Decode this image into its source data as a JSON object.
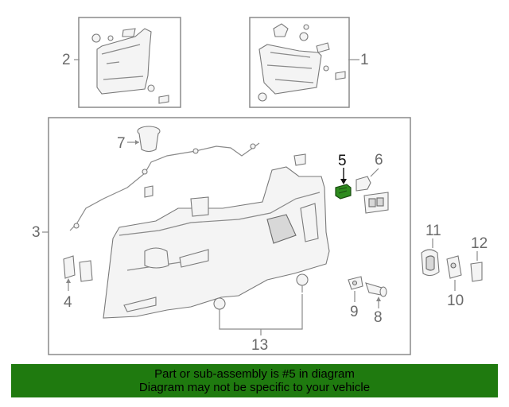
{
  "callouts": {
    "c1": "1",
    "c2": "2",
    "c3": "3",
    "c4": "4",
    "c5": "5",
    "c6": "6",
    "c7": "7",
    "c8": "8",
    "c9": "9",
    "c10": "10",
    "c11": "11",
    "c12": "12",
    "c13": "13"
  },
  "highlight": {
    "part": "5",
    "color": "#2e8b1e"
  },
  "banner": {
    "line1": "Part or sub-assembly is #5 in diagram",
    "line2": "Diagram may not be specific to your vehicle",
    "bg_color": "#1f7a0f"
  }
}
